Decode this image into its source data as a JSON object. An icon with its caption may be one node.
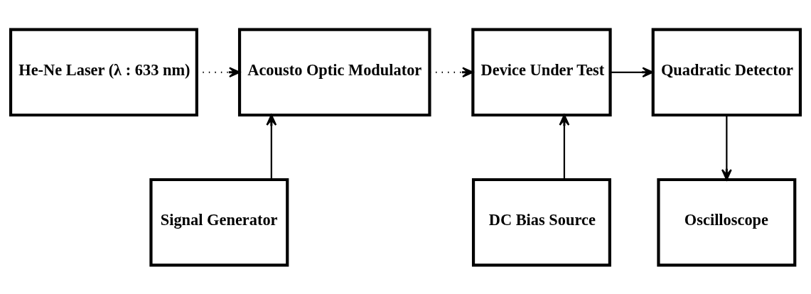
{
  "diagram": {
    "nodes": [
      {
        "text": [
          "He-Ne Laser (λ : 633 nm)"
        ]
      },
      {
        "text": [
          "Acousto Optic Modulator"
        ]
      },
      {
        "text": [
          "Device Under Test"
        ]
      },
      {
        "text": [
          "Quadratic Detector"
        ]
      },
      {
        "text": [
          "Signal Generator"
        ]
      },
      {
        "text": [
          "DC Bias Source"
        ]
      },
      {
        "text": [
          "Oscilloscope"
        ]
      }
    ],
    "edges": [
      {
        "from": 0,
        "to": 1,
        "arrow": "to",
        "style": "dashed"
      },
      {
        "from": 1,
        "to": 2,
        "arrow": "to",
        "style": "dashed"
      },
      {
        "from": 2,
        "to": 3,
        "arrow": "to"
      },
      {
        "from": 4,
        "to": 1,
        "arrow": "to"
      },
      {
        "from": 5,
        "to": 2,
        "arrow": "to"
      },
      {
        "from": 3,
        "to": 6,
        "arrow": "to"
      }
    ]
  }
}
